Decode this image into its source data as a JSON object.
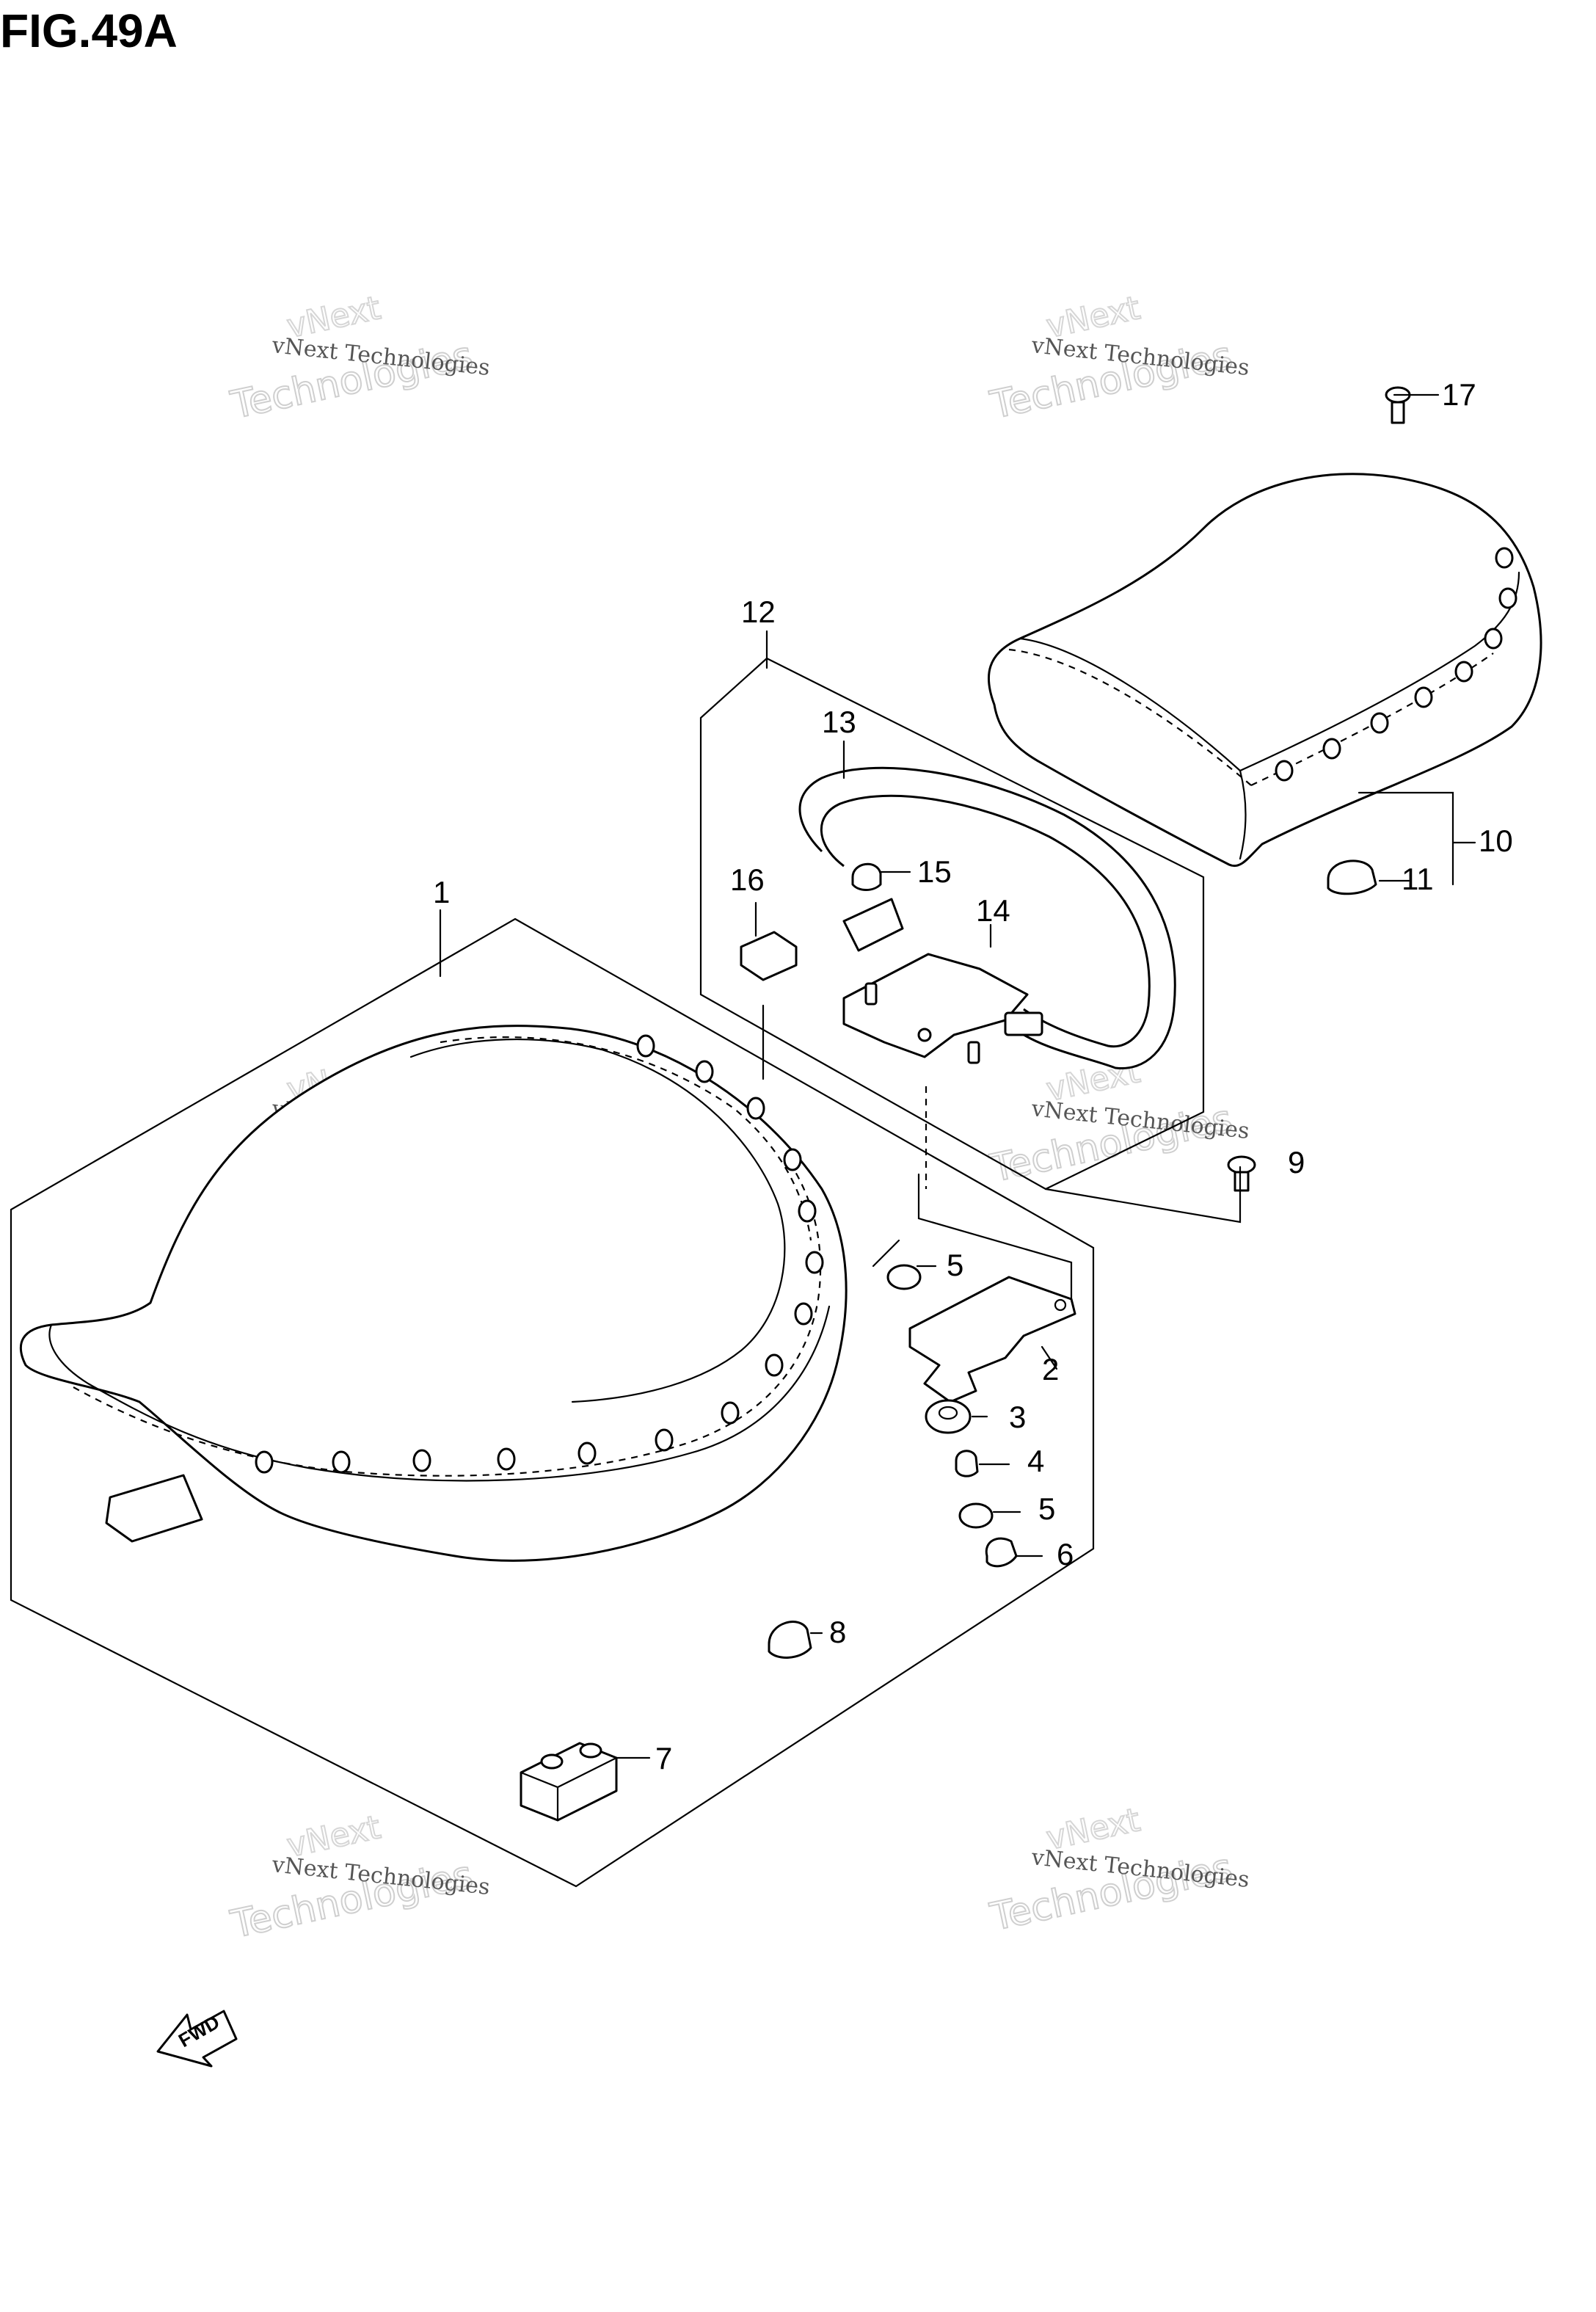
{
  "figure": {
    "title": "FIG.49A"
  },
  "watermark": {
    "line_small": "vNext Technologies",
    "line_top": "vNext",
    "line_big": "Technologies"
  },
  "fwd_label": "FWD",
  "callouts": {
    "c1": "1",
    "c2": "2",
    "c3": "3",
    "c4": "4",
    "c5a": "5",
    "c5b": "5",
    "c6": "6",
    "c7": "7",
    "c8": "8",
    "c9": "9",
    "c10": "10",
    "c11": "11",
    "c12": "12",
    "c13": "13",
    "c14": "14",
    "c15": "15",
    "c16": "16",
    "c17": "17"
  }
}
